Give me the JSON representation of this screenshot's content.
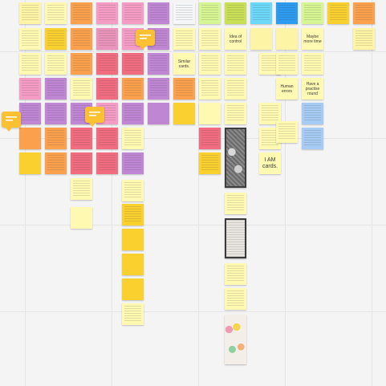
{
  "colors": {
    "canvas": "#f4f4f4",
    "yellow": "#fff9b1",
    "gold": "#fad02e",
    "orange": "#fba04c",
    "pink": "#f59cc4",
    "red": "#f16c7f",
    "violet": "#bf86d4",
    "blue": "#2d9bf0",
    "light_blue": "#a6ccf5",
    "comment": "#fcc033"
  },
  "notes": {
    "similar_cards": "Similar cards.",
    "idea_of_control": "Idea of control",
    "i_am_cards": "I AM cards.",
    "have_practise_round": "Have a practise round",
    "human_errors": "Human errors",
    "maybe_more_time": "Maybe more time"
  },
  "comment_icon": "comment-icon",
  "photo_icon": "photo-thumbnail"
}
